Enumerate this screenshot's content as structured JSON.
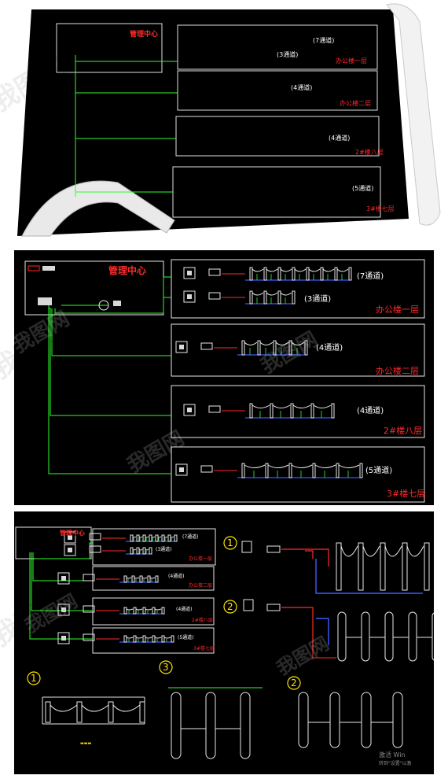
{
  "management_center": "管理中心",
  "channels": {
    "c1a": "(7通道)",
    "c1b": "(3通道)",
    "c2": "(4通道)",
    "c3": "(4通道)",
    "c4": "(5通道)"
  },
  "floors": {
    "f1": "办公楼一层",
    "f2": "办公楼二层",
    "f3": "2#楼八层",
    "f4": "3#楼七层"
  },
  "markers": {
    "one": "1",
    "two": "2",
    "three": "3"
  },
  "watermark": {
    "brand": "我图网",
    "activate_line1": "激活 Win",
    "activate_line2": "转到\"设置\"以激"
  },
  "colors": {
    "background": "#000000",
    "wire_green": "#2cff2c",
    "frame_white": "#e8e8e8",
    "label_red": "#ff2a2a",
    "marker_yellow": "#ffe400",
    "wire_blue": "#3a5bff"
  }
}
